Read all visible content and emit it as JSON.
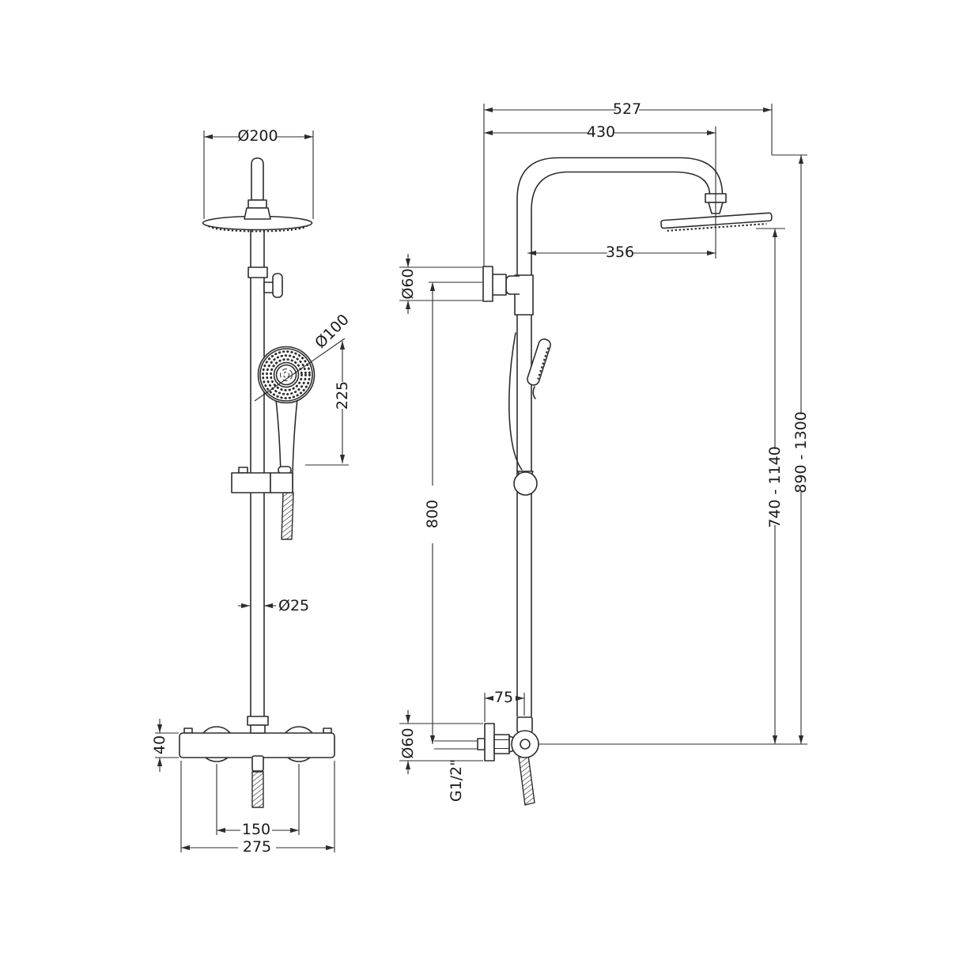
{
  "colors": {
    "background": "#ffffff",
    "line": "#2d2d2d",
    "text": "#1b1b1b"
  },
  "front": {
    "head_diameter": "Ø200",
    "handset_diameter": "Ø100",
    "handset_length": "225",
    "riser_diameter": "Ø25",
    "valve_body_height": "40",
    "inlet_centres": "150",
    "valve_width": "275"
  },
  "side": {
    "overall_projection": "527",
    "arm_projection": "430",
    "head_to_riser": "356",
    "wall_bracket_diameter": "Ø60",
    "riser_rail_length": "800",
    "valve_projection": "75",
    "valve_flange_diameter": "Ø60",
    "inlet_thread": "G1/2\"",
    "riser_height_range": "740 - 1140",
    "overall_height_range": "890 - 1300"
  }
}
